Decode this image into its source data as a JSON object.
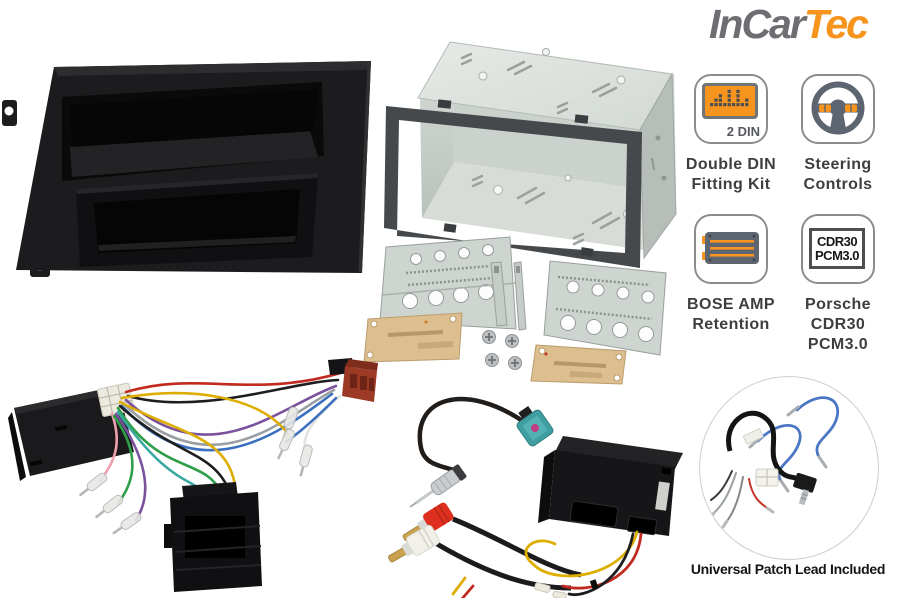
{
  "brand": {
    "logo_part1": "InCar",
    "logo_part2": "Tec"
  },
  "features": [
    {
      "icon": "double-din-icon",
      "badge": "2 DIN",
      "label_lines": [
        "Double DIN",
        "Fitting Kit"
      ]
    },
    {
      "icon": "steering-wheel-icon",
      "label_lines": [
        "Steering",
        "Controls"
      ]
    },
    {
      "icon": "bose-amp-icon",
      "label_lines": [
        "BOSE AMP",
        "Retention"
      ]
    },
    {
      "icon": "cdr30-pcm30-icon",
      "icon_text_lines": [
        "CDR30",
        "PCM3.0"
      ],
      "label_lines": [
        "Porsche",
        "CDR30",
        "PCM3.0"
      ]
    }
  ],
  "patch_lead": {
    "caption": "Universal Patch Lead Included"
  },
  "photos": [
    "fascia-panel-photo",
    "din-cage-photo",
    "fitting-hardware-photo",
    "wiring-harness-photo",
    "antenna-and-interface-photo",
    "patch-lead-photo"
  ],
  "colors": {
    "accent_orange": "#F7941D",
    "logo_gray": "#6D6E71",
    "label_text": "#3E3E40",
    "icon_outline": "#8A8D90",
    "icon_gray": "#5D6670"
  }
}
